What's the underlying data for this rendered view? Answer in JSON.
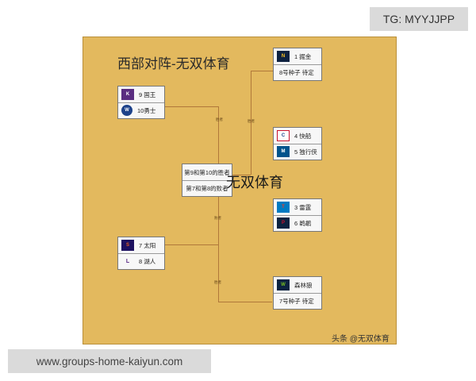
{
  "title": "西部对阵-无双体育",
  "watermark_center": "无双体育",
  "play_in": {
    "upper": {
      "team1": {
        "name": "9 国王",
        "logo": "kings-logo-icon",
        "color": "#5a2d81"
      },
      "team2": {
        "name": "10勇士",
        "logo": "warriors-logo-icon",
        "color": "#1d428a"
      },
      "label": "胜者"
    },
    "lower": {
      "team1": {
        "name": "7 太阳",
        "logo": "suns-logo-icon",
        "color": "#1d1160"
      },
      "team2": {
        "name": "8 湖人",
        "logo": "lakers-logo-icon",
        "color": "#552583"
      },
      "label_up": "败者",
      "label_down": "胜者"
    },
    "final": {
      "line1": "第9和第10的胜者",
      "line2": "第7和第8的败者",
      "label": "胜者"
    }
  },
  "series": [
    {
      "team": {
        "name": "1 掘金",
        "logo": "nuggets-logo-icon",
        "color": "#0e2240"
      },
      "opponent": "8号种子 待定",
      "label": "胜者"
    },
    {
      "team": {
        "name": "4 快船",
        "logo": "clippers-logo-icon",
        "color": "#c8102e"
      },
      "opponent": {
        "name": "5 独行侠",
        "logo": "mavericks-logo-icon",
        "color": "#00538c"
      }
    },
    {
      "team": {
        "name": "3 雷霆",
        "logo": "thunder-logo-icon",
        "color": "#007ac1"
      },
      "opponent": {
        "name": "6 鹈鹕",
        "logo": "pelicans-logo-icon",
        "color": "#0c2340"
      }
    },
    {
      "team": {
        "name": "森林狼",
        "logo": "timberwolves-logo-icon",
        "color": "#0c2340"
      },
      "opponent": "7号种子 待定"
    }
  ],
  "footer_credit": "头条 @无双体育",
  "overlay_tg": "TG: MYYJJPP",
  "overlay_url": "www.groups-home-kaiyun.com"
}
